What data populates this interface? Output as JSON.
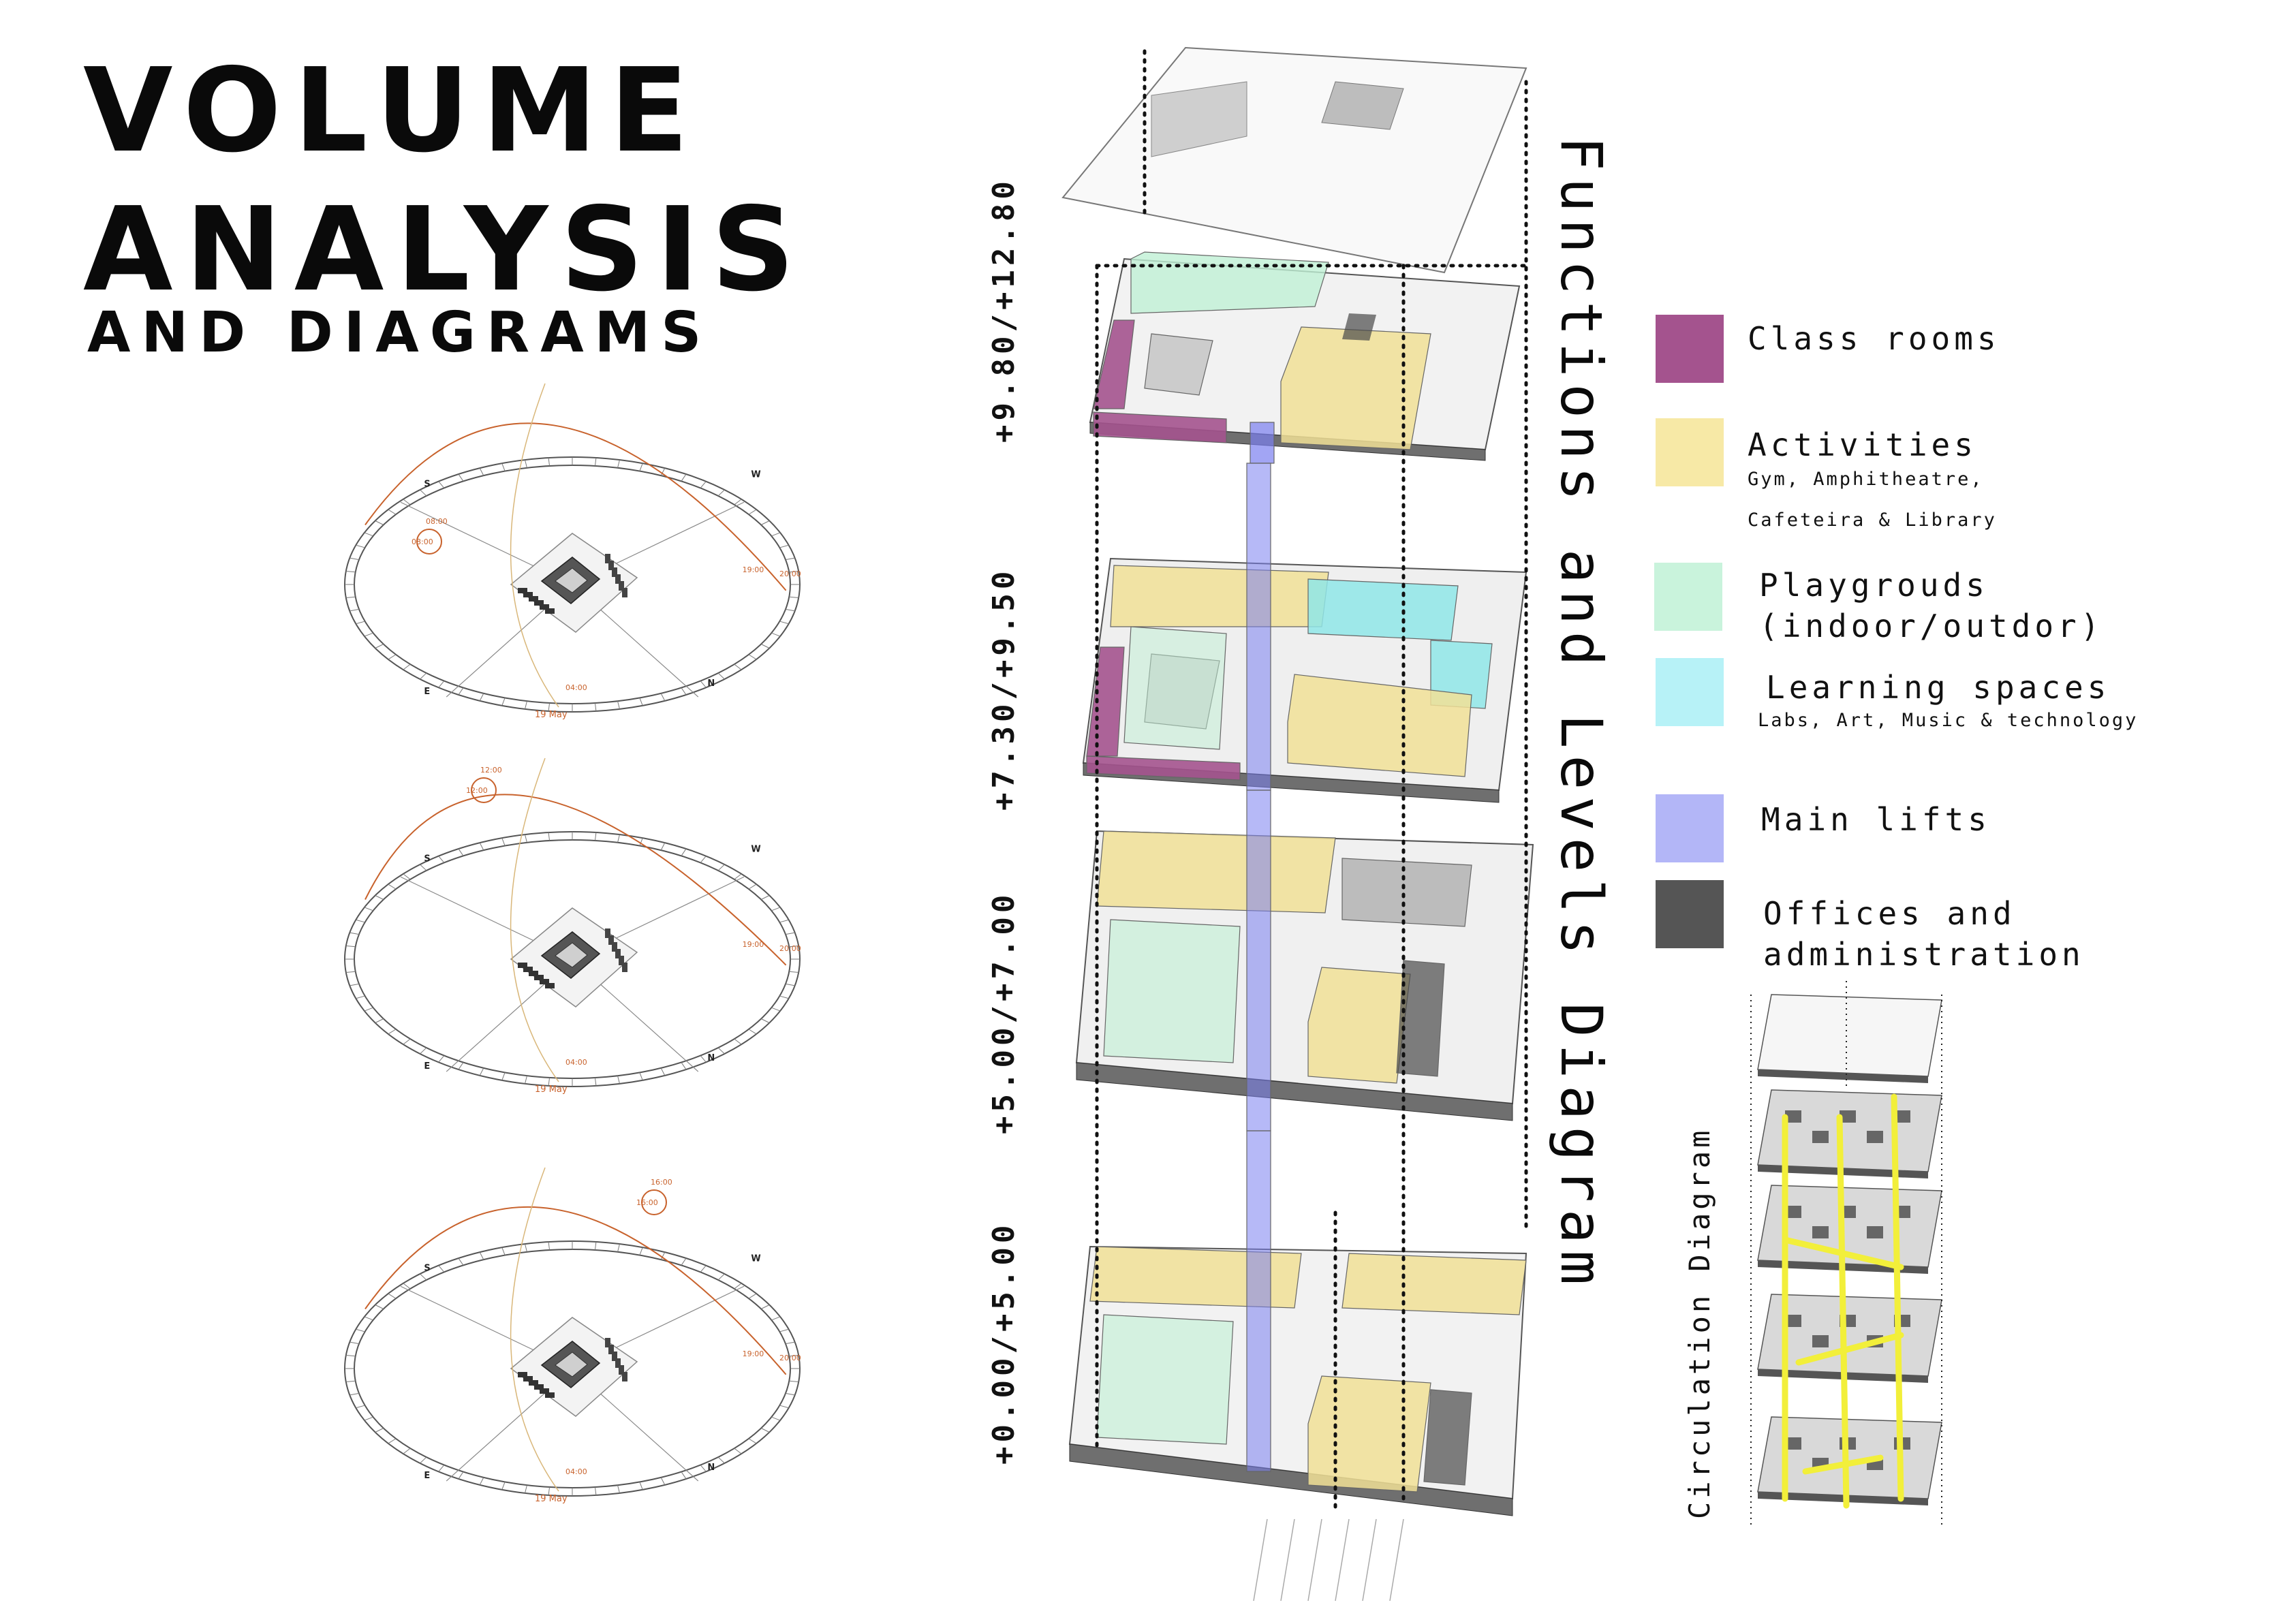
{
  "title": {
    "line1": "VOLUME",
    "line2": "ANALYSIS",
    "line3": "AND DIAGRAMS"
  },
  "sun_diagrams": [
    {
      "compass": {
        "s": "S",
        "w": "W",
        "e": "E",
        "n": "N"
      },
      "times": [
        "08:00",
        "08:00",
        "19:00",
        "20:00",
        "04:00"
      ],
      "date": "19 May"
    },
    {
      "compass": {
        "s": "S",
        "w": "W",
        "e": "E",
        "n": "N"
      },
      "times": [
        "12:00",
        "12:00",
        "19:00",
        "20:00",
        "04:00"
      ],
      "date": "19 May"
    },
    {
      "compass": {
        "s": "S",
        "w": "W",
        "e": "E",
        "n": "N"
      },
      "times": [
        "16:00",
        "16:00",
        "19:00",
        "20:00",
        "04:00"
      ],
      "date": "19 May"
    }
  ],
  "levels": [
    "+9.80/+12.80",
    "+7.30/+9.50",
    "+5.00/+7.00",
    "+0.00/+5.00"
  ],
  "diagram_title": "Functions and Levels Diagram",
  "circulation_title": "Circulation Diagram",
  "legend": [
    {
      "label": "Class rooms",
      "sub": [],
      "color": "#a4538e"
    },
    {
      "label": "Activities",
      "sub": [
        "Gym, Amphitheatre,",
        "Cafeteira & Library"
      ],
      "color": "#f7e9a6"
    },
    {
      "label": "Playgrouds",
      "label2": "(indoor/outdor)",
      "sub": [],
      "color": "#c9f3dc"
    },
    {
      "label": "Learning spaces",
      "sub": [
        "Labs, Art, Music & technology"
      ],
      "color": "#b7f2f7"
    },
    {
      "label": "Main lifts",
      "sub": [],
      "color": "#b3b6f7"
    },
    {
      "label": "Offices and",
      "label2": " administration",
      "sub": [],
      "color": "#555555"
    }
  ],
  "colors": {
    "classrooms": "#a4538e",
    "activities": "#f1e196",
    "playgrounds": "#bff0d4",
    "learning": "#8fe6e8",
    "lifts": "#7a7ff0",
    "offices": "#4a4a4a",
    "sun_path": "#c8622c",
    "circulation": "#f2ef3a"
  }
}
